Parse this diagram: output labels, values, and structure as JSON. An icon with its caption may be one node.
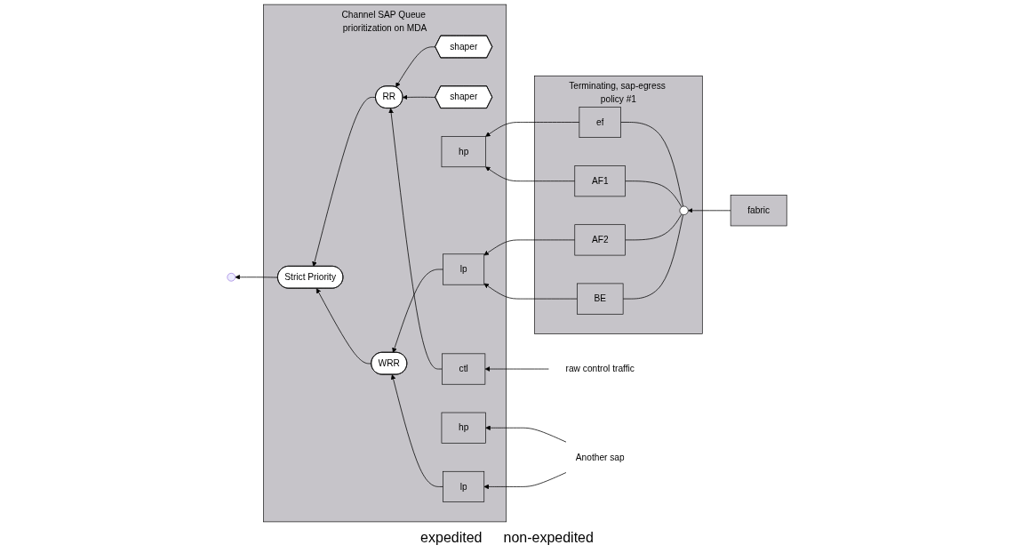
{
  "diagram": {
    "nodes": [
      {
        "text": [
          "Channel SAP Queue prioritization on MDA"
        ]
      },
      {
        "text": [
          "Strict Priority"
        ],
        "in": 0
      },
      {
        "text": [
          "RR"
        ],
        "in": 0
      },
      {
        "text": [
          "WRR"
        ],
        "in": 0
      },
      {
        "text": [
          "shaper"
        ],
        "in": 0
      },
      {
        "text": [
          "shaper"
        ],
        "in": 0
      },
      {
        "text": [
          "ctl"
        ],
        "in": 0
      },
      {
        "text": [
          "hp"
        ],
        "in": 0
      },
      {
        "text": [
          "hp"
        ],
        "in": 0
      },
      {
        "text": [
          "lp"
        ],
        "in": 0
      },
      {
        "text": [
          "lp"
        ],
        "in": 0
      },
      {
        "text": [
          "raw control traffic"
        ]
      },
      {
        "text": [
          "Terminating, sap-egress policy #1"
        ]
      },
      {
        "text": [
          "ef"
        ],
        "in": 12
      },
      {
        "text": [
          "AF1"
        ],
        "in": 12
      },
      {
        "text": [
          "AF2"
        ],
        "in": 12
      },
      {
        "text": [
          "BE"
        ],
        "in": 12
      },
      {
        "text": [],
        "shape": "circle",
        "in": 12
      },
      {
        "text": [
          "fabric"
        ]
      },
      {
        "text": [
          "Another sap"
        ]
      }
    ],
    "edges": [
      {
        "from": 11,
        "to": 6,
        "arrow": "to"
      },
      {
        "from": 6,
        "to": 2,
        "arrow": "to"
      },
      {
        "from": 4,
        "to": 2,
        "arrow": "to"
      },
      {
        "from": 5,
        "to": 2,
        "arrow": "to"
      },
      {
        "from": 2,
        "to": 1,
        "arrow": "to"
      },
      {
        "from": 9,
        "to": 3,
        "arrow": "to"
      },
      {
        "from": 10,
        "to": 3,
        "arrow": "to"
      },
      {
        "from": 3,
        "to": 1,
        "arrow": "to"
      },
      {
        "from": 1,
        "to": null,
        "arrow": "to"
      },
      {
        "from": 13,
        "to": 7,
        "arrow": "to"
      },
      {
        "from": 14,
        "to": 7,
        "arrow": "to"
      },
      {
        "from": 15,
        "to": 9,
        "arrow": "to"
      },
      {
        "from": 16,
        "to": 9,
        "arrow": "to"
      },
      {
        "from": 17,
        "to": 13,
        "arrow": "none"
      },
      {
        "from": 17,
        "to": 14,
        "arrow": "none"
      },
      {
        "from": 17,
        "to": 15,
        "arrow": "none"
      },
      {
        "from": 17,
        "to": 16,
        "arrow": "none"
      },
      {
        "from": 18,
        "to": 17,
        "arrow": "to"
      },
      {
        "from": 19,
        "to": 8,
        "arrow": "to"
      },
      {
        "from": 19,
        "to": 10,
        "arrow": "to"
      }
    ],
    "labels": [
      "expedited",
      "non-expedited"
    ]
  }
}
